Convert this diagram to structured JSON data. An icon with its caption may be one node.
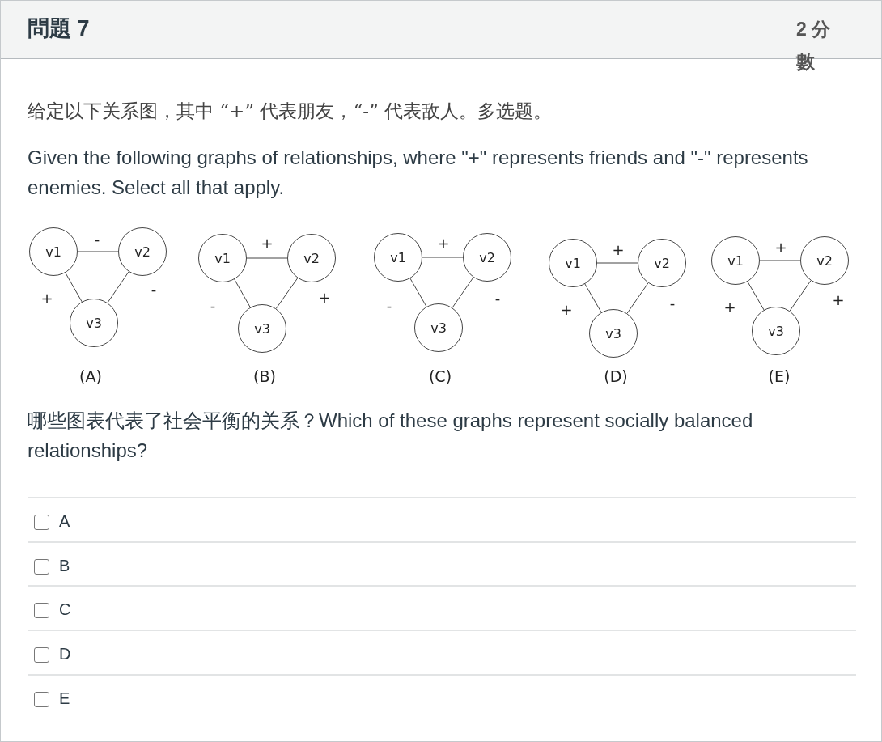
{
  "diagram": {
    "title": "問題 7",
    "nodes": [
      {
        "text": [
          "v1"
        ]
      },
      {
        "text": [
          "v2"
        ]
      },
      {
        "text": [
          "v3"
        ]
      },
      {
        "text": [
          "v1"
        ]
      },
      {
        "text": [
          "v2"
        ]
      },
      {
        "text": [
          "v3"
        ]
      },
      {
        "text": [
          "v1"
        ]
      },
      {
        "text": [
          "v2"
        ]
      },
      {
        "text": [
          "v3"
        ]
      },
      {
        "text": [
          "v1"
        ]
      },
      {
        "text": [
          "v2"
        ]
      },
      {
        "text": [
          "v3"
        ]
      },
      {
        "text": [
          "v1"
        ]
      },
      {
        "text": [
          "v2"
        ]
      },
      {
        "text": [
          "v3"
        ]
      }
    ],
    "edges": [
      {
        "from": 0,
        "to": 1,
        "arrow": "none",
        "label": "-"
      },
      {
        "from": 0,
        "to": 2,
        "arrow": "none",
        "label": "+"
      },
      {
        "from": 1,
        "to": 2,
        "arrow": "none",
        "label": "-"
      },
      {
        "from": 3,
        "to": 4,
        "arrow": "none",
        "label": "+"
      },
      {
        "from": 3,
        "to": 5,
        "arrow": "none",
        "label": "-"
      },
      {
        "from": 4,
        "to": 5,
        "arrow": "none",
        "label": "+"
      },
      {
        "from": 6,
        "to": 7,
        "arrow": "none",
        "label": "+"
      },
      {
        "from": 6,
        "to": 8,
        "arrow": "none",
        "label": "-"
      },
      {
        "from": 7,
        "to": 8,
        "arrow": "none",
        "label": "-"
      },
      {
        "from": 9,
        "to": 10,
        "arrow": "none",
        "label": "+"
      },
      {
        "from": 9,
        "to": 11,
        "arrow": "none",
        "label": "+"
      },
      {
        "from": 10,
        "to": 11,
        "arrow": "none",
        "label": "-"
      },
      {
        "from": 12,
        "to": 13,
        "arrow": "none",
        "label": "+"
      },
      {
        "from": 12,
        "to": 14,
        "arrow": "none",
        "label": "+"
      },
      {
        "from": 13,
        "to": 14,
        "arrow": "none",
        "label": "+"
      }
    ],
    "labels": [
      "2 分數",
      "给定以下关系图，其中 “+” 代表朋友，“-” 代表敌人。多选题。",
      "Given the following graphs of relationships, where \"+\" represents friends and \"-\" represents enemies. Select all that apply.",
      "(A)",
      "(B)",
      "(C)",
      "(D)",
      "(E)",
      "哪些图表代表了社会平衡的关系？Which of these graphs represent socially balanced relationships?",
      "A",
      "B",
      "C",
      "D",
      "E"
    ]
  }
}
